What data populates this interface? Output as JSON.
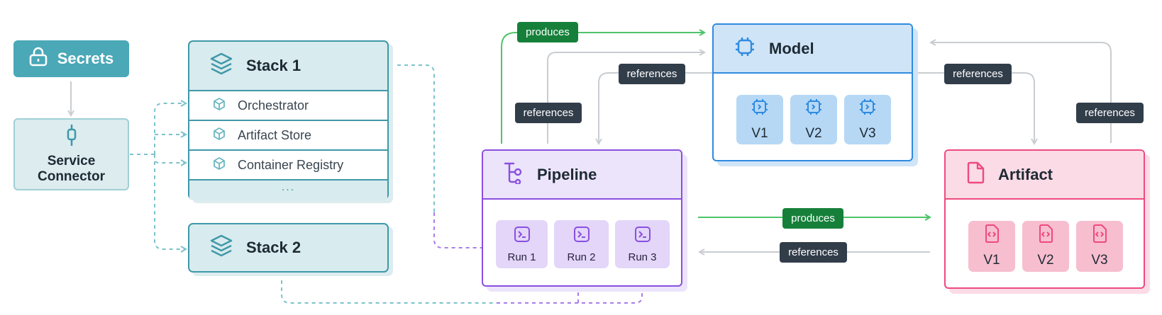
{
  "secrets": {
    "label": "Secrets",
    "icon": "lock-icon"
  },
  "service_connector": {
    "line1": "Service",
    "line2": "Connector",
    "icon": "connector-plug-icon"
  },
  "stack1": {
    "title": "Stack 1",
    "icon": "layers-icon",
    "components": [
      {
        "label": "Orchestrator",
        "icon": "cube-icon"
      },
      {
        "label": "Artifact Store",
        "icon": "cube-icon"
      },
      {
        "label": "Container Registry",
        "icon": "cube-icon"
      }
    ],
    "more": "..."
  },
  "stack2": {
    "title": "Stack 2",
    "icon": "layers-icon"
  },
  "pipeline": {
    "title": "Pipeline",
    "icon": "pipeline-tree-icon",
    "runs": [
      "Run 1",
      "Run 2",
      "Run 3"
    ]
  },
  "model": {
    "title": "Model",
    "icon": "chip-icon",
    "versions": [
      "V1",
      "V2",
      "V3"
    ]
  },
  "artifact": {
    "title": "Artifact",
    "icon": "file-icon",
    "versions": [
      "V1",
      "V2",
      "V3"
    ]
  },
  "edges": {
    "produces_model": "produces",
    "references_model_pipeline": "references",
    "references_pipeline_model": "references",
    "references_model_artifact": "references",
    "references_artifact_model": "references",
    "produces_artifact": "produces",
    "references_artifact_pipeline": "references"
  },
  "colors": {
    "teal": "#3f98a8",
    "purple": "#8a4fe0",
    "blue": "#2f8ae0",
    "pink": "#ee4a7f",
    "green_edge": "#4ec46a",
    "gray_edge": "#c9cdd1",
    "label_dark": "#323d4a",
    "label_green": "#16803a"
  }
}
